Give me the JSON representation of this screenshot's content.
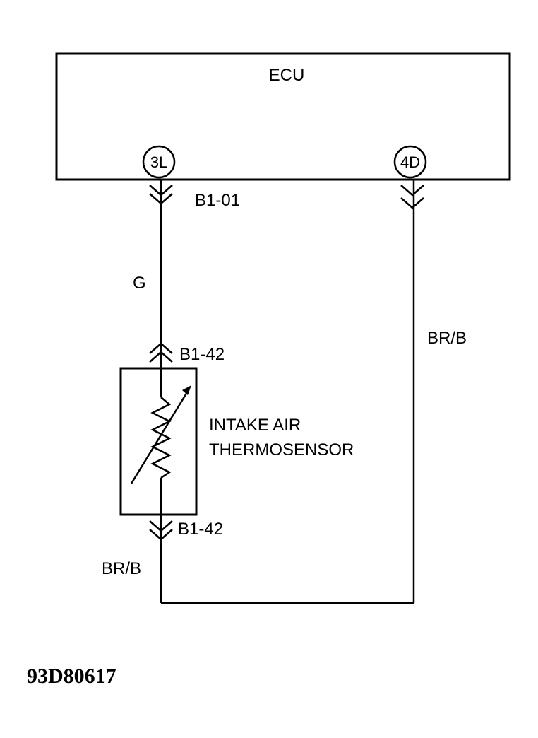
{
  "ecu": {
    "label": "ECU"
  },
  "pins": {
    "left": "3L",
    "right": "4D"
  },
  "connectors": {
    "top_left": "B1-01",
    "sensor_top": "B1-42",
    "sensor_bottom": "B1-42"
  },
  "wires": {
    "left_upper": "G",
    "right": "BR/B",
    "left_lower": "BR/B"
  },
  "sensor": {
    "line1": "INTAKE AIR",
    "line2": "THERMOSENSOR"
  },
  "figure_id": "93D80617"
}
